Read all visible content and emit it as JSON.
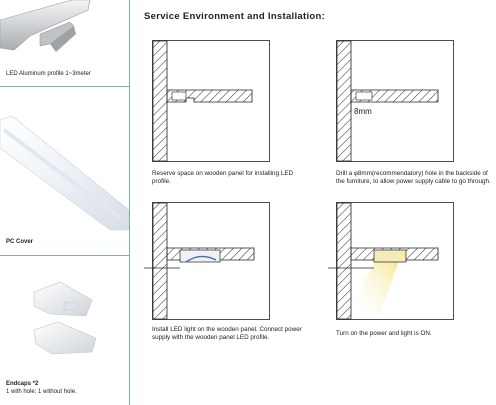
{
  "sidebar": {
    "items": [
      {
        "caption": "LED Aluminum profile 1~3meter"
      },
      {
        "caption": "PC Cover"
      },
      {
        "caption_title": "Endcaps *2",
        "caption_sub": "1 with hole; 1 without hole."
      }
    ]
  },
  "main": {
    "title": "Service Environment and Installation:",
    "steps": [
      {
        "text": "Reserve space on wooden panel for installing LED profile."
      },
      {
        "text": "Drill a φ8mm(recommendatory) hole in the backside of the furniture, to allow power supply cable to go through.",
        "label": "8mm"
      },
      {
        "text": "Install LED light on the wooden panel. Connect power supply with the wooden panel LED profile."
      },
      {
        "text": "Turn on the power and light is ON."
      }
    ]
  },
  "colors": {
    "divider": "#7fb39a",
    "ink": "#222222",
    "light": "#f3e7a8"
  }
}
